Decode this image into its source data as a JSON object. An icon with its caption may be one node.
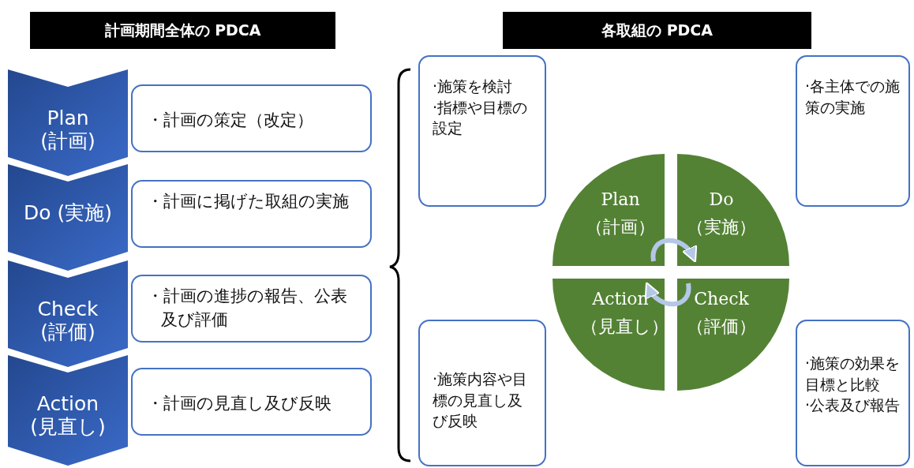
{
  "diagram": {
    "nodes": [
      {
        "text": [
          "計画期間全体の PDCA"
        ]
      },
      {
        "text": [
          "各取組の PDCA"
        ]
      },
      {
        "text": [
          "Plan (計画)"
        ]
      },
      {
        "text": [
          "・計画の策定（改定）"
        ]
      },
      {
        "text": [
          "Do (実施)"
        ]
      },
      {
        "text": [
          "・計画に掲げた取組の実施"
        ]
      },
      {
        "text": [
          "Check (評価)"
        ]
      },
      {
        "text": [
          "・計画の進捗の報告、公表及び評価"
        ]
      },
      {
        "text": [
          "Action (見直し)"
        ]
      },
      {
        "text": [
          "・計画の見直し及び反映"
        ]
      },
      {
        "text": [
          "·施策を検討",
          "·指標や目標の設定"
        ]
      },
      {
        "text": [
          "·各主体での施策の実施"
        ]
      },
      {
        "text": [
          "Plan （計画）"
        ]
      },
      {
        "text": [
          "Do （実施）"
        ]
      },
      {
        "text": [
          "Action （見直し）"
        ]
      },
      {
        "text": [
          "Check （評価）"
        ]
      },
      {
        "text": [
          "·施策内容や目標の見直し及び反映"
        ]
      },
      {
        "text": [
          "·施策の効果を目標と比較",
          "·公表及び報告"
        ]
      }
    ],
    "edges": [
      {
        "from": 12,
        "to": 13,
        "arrow": "to"
      },
      {
        "from": 15,
        "to": 14,
        "arrow": "to"
      }
    ]
  }
}
